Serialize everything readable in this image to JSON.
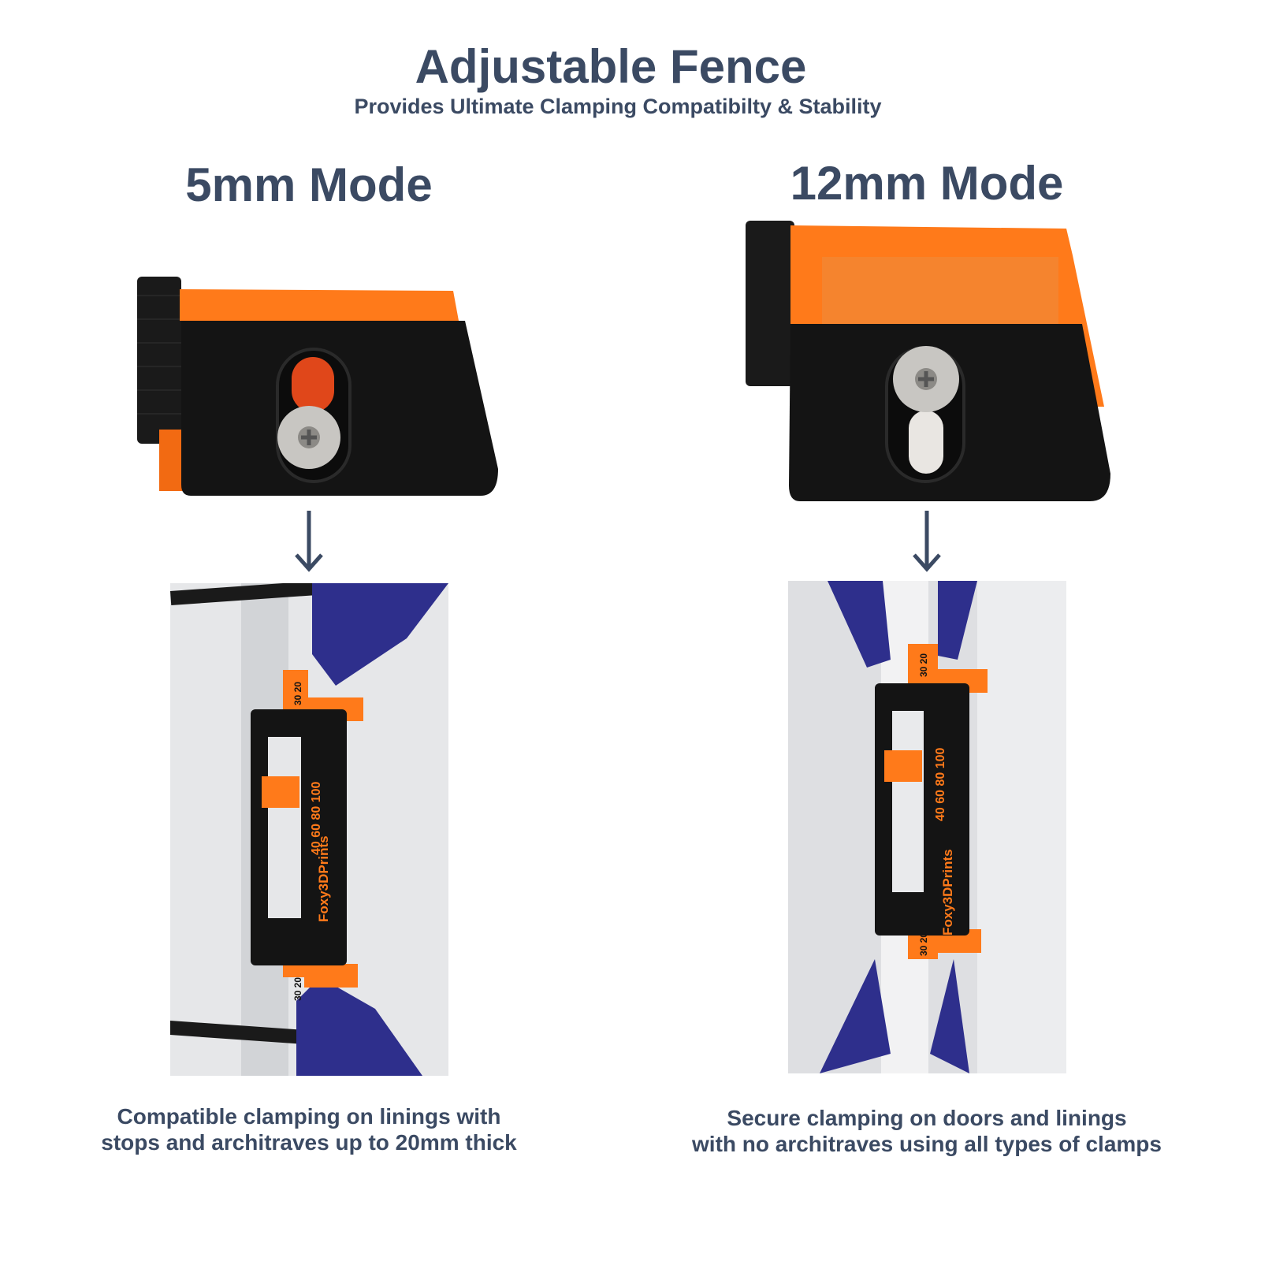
{
  "header": {
    "title": "Adjustable Fence",
    "subtitle": "Provides Ultimate Clamping Compatibilty & Stability"
  },
  "colors": {
    "text": "#3b4a63",
    "orange": "#ff7a1a",
    "black": "#141414",
    "clamp_blue": "#2e2f8c",
    "wall": "#e4e5e7"
  },
  "panels": [
    {
      "mode_label": "5mm Mode",
      "caption_line1": "Compatible clamping on linings with",
      "caption_line2": "stops and architraves up to 20mm thick",
      "arrow_icon": "arrow-down-icon"
    },
    {
      "mode_label": "12mm Mode",
      "caption_line1": "Secure clamping on doors and linings",
      "caption_line2": "with no architraves using all types of clamps",
      "arrow_icon": "arrow-down-icon"
    }
  ],
  "photo_lettering": {
    "brand": "Foxy3DPrints",
    "scale": "40 60 80 100",
    "small_scale": "30 20"
  }
}
